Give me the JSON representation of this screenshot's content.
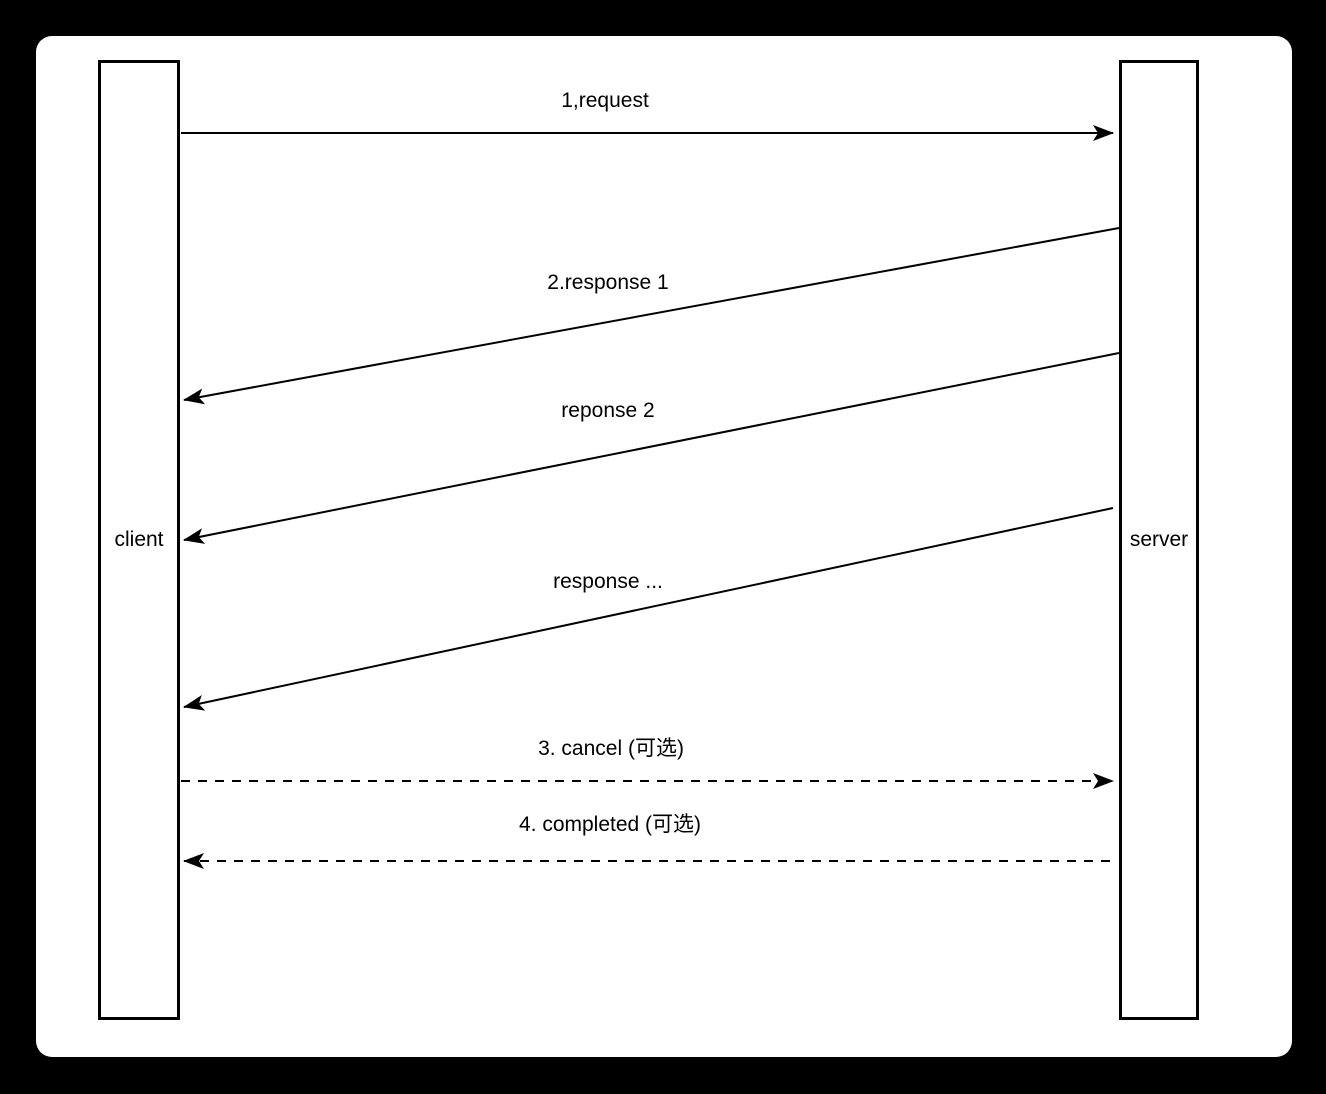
{
  "actors": {
    "client": {
      "label": "client"
    },
    "server": {
      "label": "server"
    }
  },
  "messages": [
    {
      "label": "1,request",
      "from": "client",
      "to": "server",
      "line": "solid"
    },
    {
      "label": "2.response 1",
      "from": "server",
      "to": "client",
      "line": "solid"
    },
    {
      "label": "reponse 2",
      "from": "server",
      "to": "client",
      "line": "solid"
    },
    {
      "label": "response ...",
      "from": "server",
      "to": "client",
      "line": "solid"
    },
    {
      "label": "3. cancel (可选)",
      "from": "client",
      "to": "server",
      "line": "dashed"
    },
    {
      "label": "4. completed (可选)",
      "from": "server",
      "to": "client",
      "line": "dashed"
    }
  ],
  "colors": {
    "page_background": "#000000",
    "canvas_background": "#ffffff",
    "ink": "#000000"
  }
}
